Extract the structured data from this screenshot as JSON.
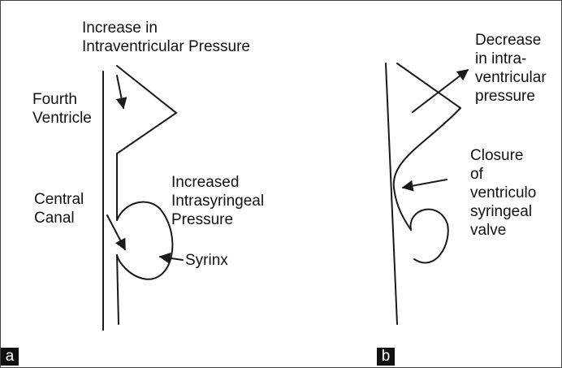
{
  "panel_a": {
    "tag": "a",
    "labels": {
      "increase_pressure": "Increase in\nIntraventricular Pressure",
      "fourth_ventricle": "Fourth\nVentricle",
      "central_canal": "Central\nCanal",
      "increased_intrasyringeal": "Increased\nIntrasyringeal\nPressure",
      "syrinx": "Syrinx"
    }
  },
  "panel_b": {
    "tag": "b",
    "labels": {
      "decrease_pressure": "Decrease\nin intra-\nventricular\npressure",
      "closure_valve": "Closure\nof\nventriculo\nsyringeal\nvalve"
    }
  },
  "colors": {
    "line": "#1a1a1a",
    "tag_background": "#111111",
    "tag_text": "#ffffff"
  }
}
